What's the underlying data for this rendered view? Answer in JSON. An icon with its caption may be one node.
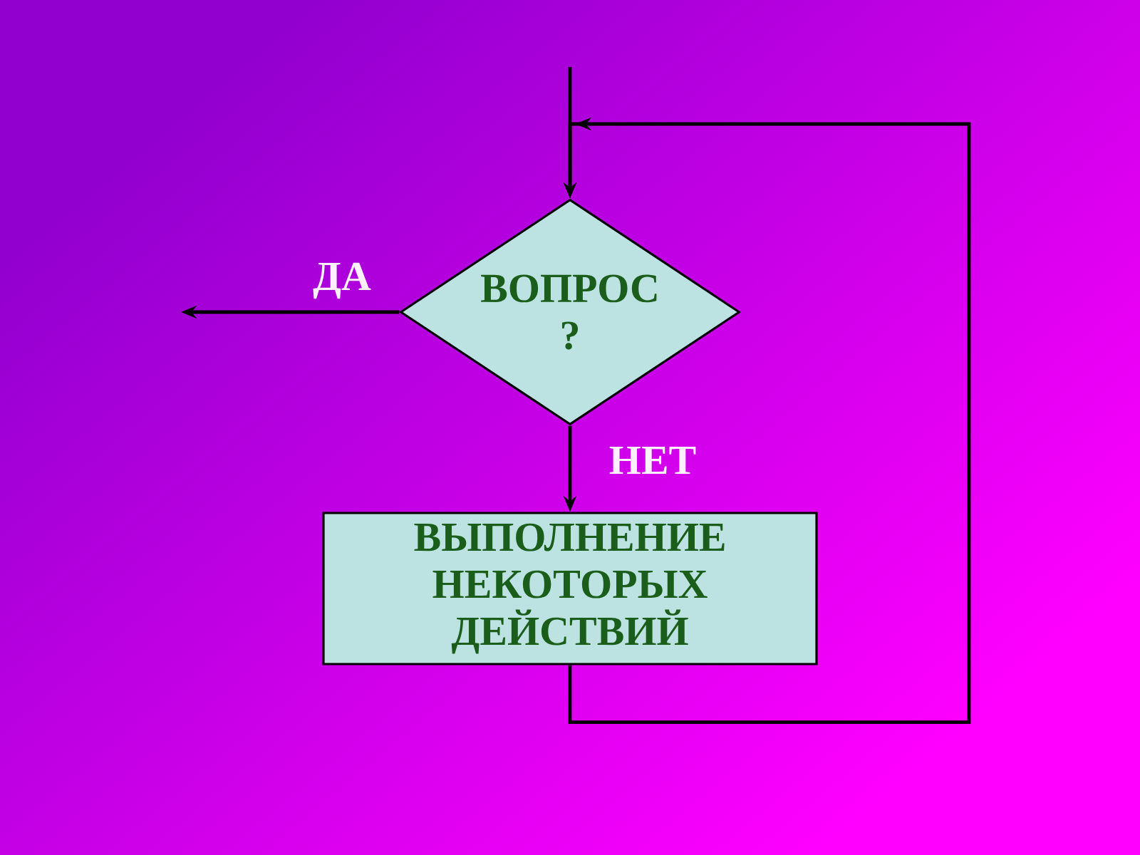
{
  "diagram": {
    "nodes": [
      {
        "text": [
          "ВОПРОС ?"
        ]
      },
      {
        "text": [
          "ВЫПОЛНЕНИЕ НЕКОТОРЫХ ДЕЙСТВИЙ"
        ]
      }
    ],
    "edges": [
      {
        "from": null,
        "to": 0,
        "arrow": "to"
      },
      {
        "from": 0,
        "to": null,
        "arrow": "to",
        "label": "ДА"
      },
      {
        "from": 0,
        "to": 1,
        "arrow": "to",
        "label": "НЕТ"
      },
      {
        "from": 1,
        "to": 0,
        "arrow": "to"
      }
    ]
  }
}
